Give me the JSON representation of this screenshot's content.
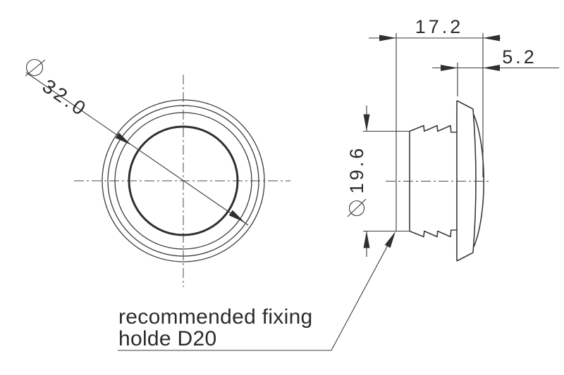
{
  "drawing": {
    "type": "technical-dimension-drawing",
    "dimensions": {
      "front_outer_diameter": {
        "symbol": "⌀",
        "value": "32.0"
      },
      "body_diameter": {
        "symbol": "⌀",
        "value": "19.6"
      },
      "overall_depth": {
        "value": "17.2"
      },
      "lens_protrusion": {
        "value": "5.2"
      }
    },
    "annotation": {
      "line1": "recommended fixing",
      "line2": "holde D20"
    },
    "colors": {
      "line_color": "#3a3a3a",
      "background": "#ffffff"
    }
  }
}
